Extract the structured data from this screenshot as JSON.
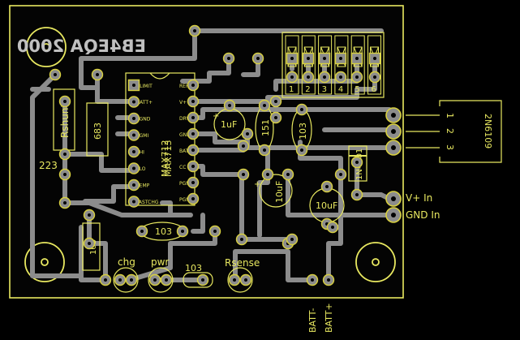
{
  "board": {
    "title": "EB4EQA 2000",
    "ic_left_label": "MAX712",
    "ic_right_label": "MAX713",
    "colors": {
      "background": "#000000",
      "board_fill": "#040404",
      "outline": "#e8e860",
      "copper": "#8c8c8c",
      "pad_ring": "#d8d040",
      "silk": "#e8e860",
      "mirrored_text": "#c0c0c0"
    }
  },
  "ic_pins": {
    "left": [
      "BATT+",
      "PGND",
      "PGMI",
      "THI",
      "TLO",
      "TEMP",
      "FASTCHG"
    ],
    "right": [
      "REF",
      "V+",
      "DRV",
      "GND",
      "BATT-",
      "CC",
      "PGM3",
      "PGM2"
    ],
    "top_left": "VLIMIT"
  },
  "components": {
    "rshunt": "Rshunt",
    "r683": "683",
    "r223": "223",
    "c1uf": "1uF",
    "c151": "151",
    "c103a": "103",
    "c103b": "103",
    "c103c": "103",
    "c103d": "103",
    "c10uf_a": "10uF",
    "c10uf_b": "10uF",
    "diode": "1N4001",
    "transistor": "2N6109",
    "led_chg": "chg",
    "led_pwr": "pwr",
    "rsense": "Rsense"
  },
  "connectors": {
    "vplus_in": "V+ In",
    "gnd_in": "GND In",
    "batt_plus": "BATT+",
    "batt_minus": "BATT-"
  },
  "dip_switch": {
    "numbers": [
      "1",
      "2",
      "3",
      "4",
      "5",
      "6"
    ]
  },
  "transistor_pins": [
    "1",
    "2",
    "3"
  ]
}
